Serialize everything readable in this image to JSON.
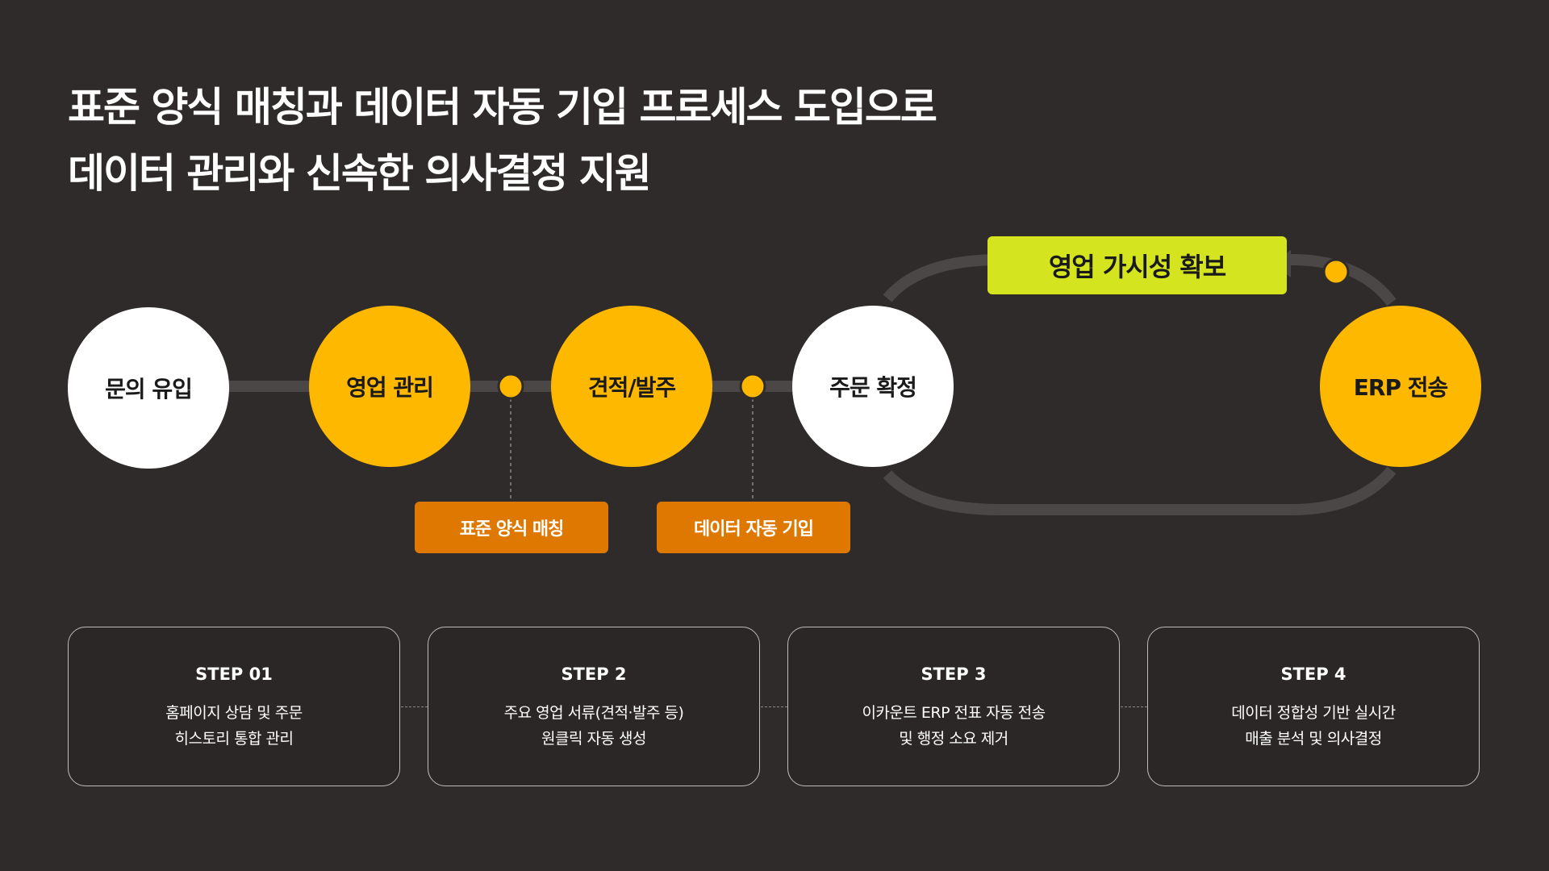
{
  "title": {
    "line1": "표준 양식 매칭과 데이터 자동 기입 프로세스 도입으로",
    "line2": "데이터 관리와 신속한 의사결정 지원"
  },
  "flow": {
    "nodes": [
      {
        "label": "문의 유입",
        "style": "white"
      },
      {
        "label": "영업 관리",
        "style": "yellow"
      },
      {
        "label": "견적/발주",
        "style": "yellow"
      },
      {
        "label": "주문 확정",
        "style": "white"
      },
      {
        "label": "ERP 전송",
        "style": "yellow"
      }
    ],
    "tags": [
      {
        "label": "표준 양식 매칭"
      },
      {
        "label": "데이터 자동 기입"
      }
    ],
    "highlight": "영업 가시성 확보"
  },
  "steps": [
    {
      "title": "STEP 01",
      "line1": "홈페이지 상담 및 주문",
      "line2": "히스토리 통합 관리"
    },
    {
      "title": "STEP 2",
      "line1": "주요 영업 서류(견적·발주 등)",
      "line2": "원클릭 자동 생성"
    },
    {
      "title": "STEP 3",
      "line1": "이카운트 ERP 전표 자동 전송",
      "line2": "및 행정 소요 제거"
    },
    {
      "title": "STEP 4",
      "line1": "데이터 정합성 기반 실시간",
      "line2": "매출 분석 및 의사결정"
    }
  ],
  "colors": {
    "background": "#2e2b2a",
    "node_white": "#ffffff",
    "node_yellow": "#ffb800",
    "tag_orange": "#de7800",
    "highlight_lime": "#d4e520",
    "connector": "#4a4746"
  }
}
